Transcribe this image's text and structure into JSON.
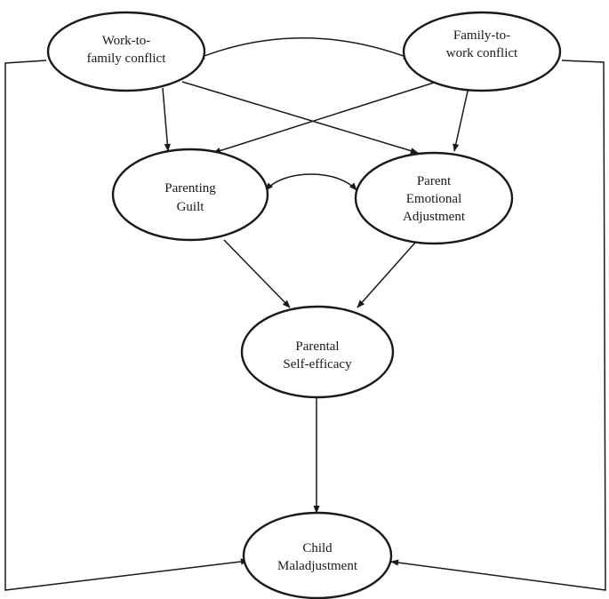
{
  "nodes": {
    "wfc": {
      "line1": "Work-to-",
      "line2": "family conflict"
    },
    "fwc": {
      "line1": "Family-to-",
      "line2": "work conflict"
    },
    "guilt": {
      "line1": "Parenting",
      "line2": "Guilt"
    },
    "emotional": {
      "line1": "Parent",
      "line2": "Emotional",
      "line3": "Adjustment"
    },
    "efficacy": {
      "line1": "Parental",
      "line2": "Self-efficacy"
    },
    "child": {
      "line1": "Child",
      "line2": "Maladjustment"
    }
  },
  "colors": {
    "stroke": "#1a1a1a",
    "background": "#ffffff"
  }
}
